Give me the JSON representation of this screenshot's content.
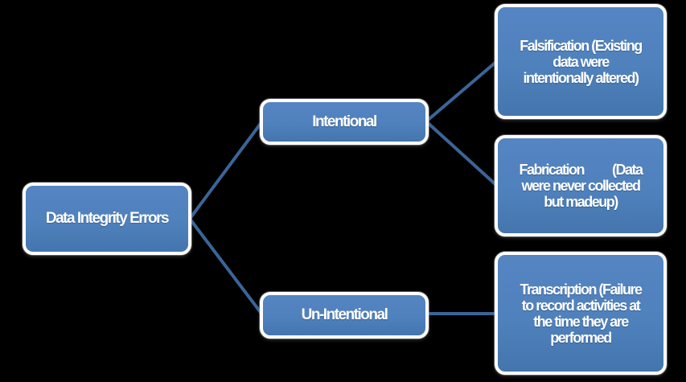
{
  "colors": {
    "background": "#000000",
    "node_fill": "#4F81BD",
    "node_border": "#FFFFFF",
    "connector": "#3A6598",
    "text": "#FFFFFF"
  },
  "nodes": {
    "root": {
      "label": "Data Integrity Errors"
    },
    "intentional": {
      "label": "Intentional"
    },
    "un_intentional": {
      "label": "Un-Intentional"
    },
    "falsification": {
      "lines": [
        "Falsification (Existing",
        "data were",
        "intentionally altered)"
      ]
    },
    "fabrication": {
      "lines": [
        "Fabrication          (Data",
        "were never collected",
        "but madeup)"
      ]
    },
    "transcription": {
      "lines": [
        "Transcription (Failure",
        "to record activities at",
        "the time they are",
        "performed"
      ]
    }
  }
}
